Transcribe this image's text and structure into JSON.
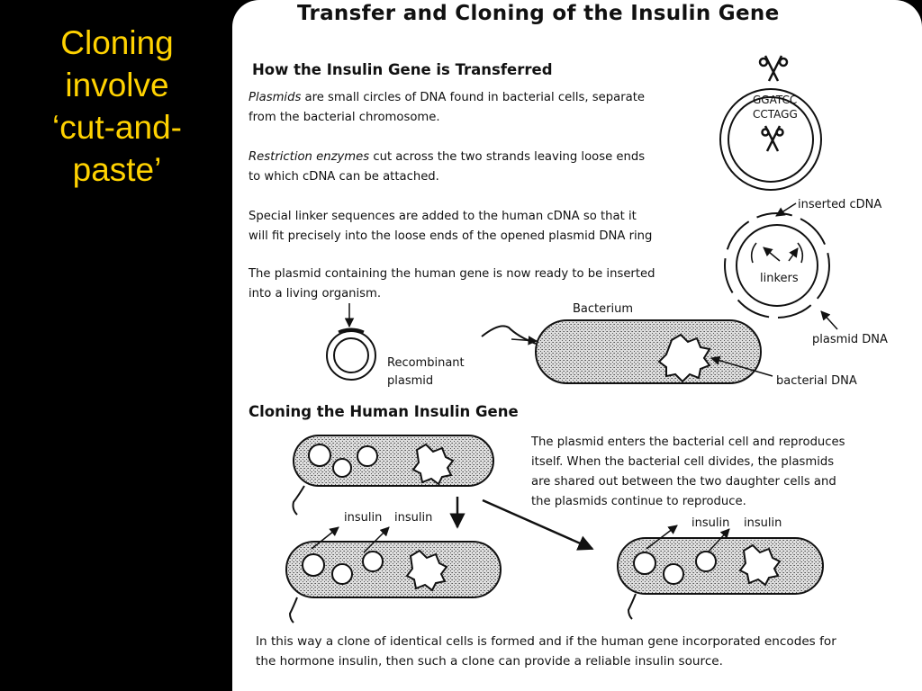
{
  "slide": {
    "title_lines": [
      "Cloning",
      "involve",
      "‘cut-and-",
      "paste’"
    ],
    "title_color": "#FFD200",
    "background": "#000000"
  },
  "figure": {
    "title": "Transfer and Cloning of the Insulin Gene",
    "section1": {
      "heading": "How the Insulin Gene is Transferred",
      "p1_term": "Plasmids",
      "p1_rest_line1": " are small circles of DNA found in bacterial cells, separate",
      "p1_line2": "from the bacterial chromosome.",
      "p2_term": "Restriction enzymes",
      "p2_rest_line1": " cut across the two strands leaving loose ends",
      "p2_line2": "to which cDNA can be attached.",
      "p3_line1": "Special linker sequences are added to the human cDNA so that it",
      "p3_line2": "will fit precisely into the loose ends of the opened plasmid DNA ring",
      "p4_line1": "The plasmid containing the human gene is now ready to be inserted",
      "p4_line2": "into a living organism."
    },
    "labels": {
      "seq_top": "GGATCC",
      "seq_bottom": "CCTAGG",
      "inserted_cdna": "inserted cDNA",
      "linkers": "linkers",
      "plasmid_dna": "plasmid DNA",
      "bacterium": "Bacterium",
      "recombinant_line1": "Recombinant",
      "recombinant_line2": "plasmid",
      "bacterial_dna": "bacterial DNA",
      "insulin": "insulin"
    },
    "section2": {
      "heading": "Cloning the Human Insulin Gene",
      "p_line1": "The plasmid enters the bacterial cell and reproduces",
      "p_line2": "itself.  When the bacterial cell divides, the plasmids",
      "p_line3": "are shared out between the two daughter cells and",
      "p_line4": "the plasmids continue to reproduce.",
      "conclusion_line1": "In this way a clone of identical cells is formed and if the human gene incorporated encodes for",
      "conclusion_line2": "the hormone insulin, then such a clone can provide a reliable insulin source."
    }
  }
}
